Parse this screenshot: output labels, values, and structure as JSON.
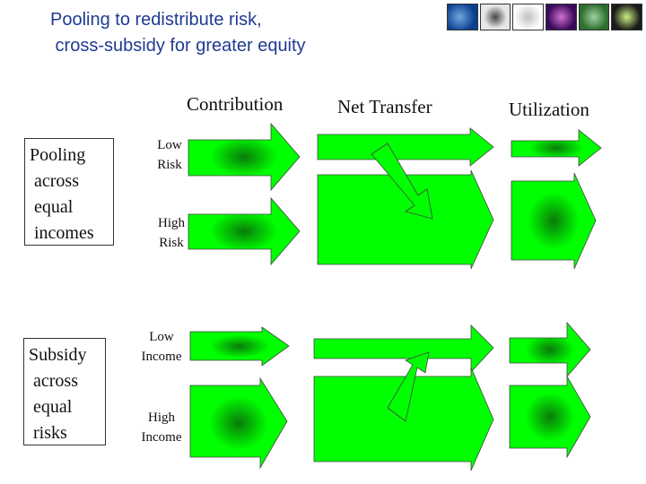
{
  "title": {
    "line1": "Pooling to redistribute risk,",
    "line2": " cross-subsidy for greater equity"
  },
  "columns": {
    "contribution": "Contribution",
    "net_transfer": "Net Transfer",
    "utilization": "Utilization"
  },
  "groups": {
    "pooling": {
      "line1": "Pooling",
      "line2": " across",
      "line3": " equal",
      "line4": " incomes"
    },
    "subsidy": {
      "line1": "Subsidy",
      "line2": " across",
      "line3": " equal",
      "line4": " risks"
    }
  },
  "rows": {
    "low_risk": {
      "line1": "Low",
      "line2": "Risk"
    },
    "high_risk": {
      "line1": "High",
      "line2": "Risk"
    },
    "low_income": {
      "line1": "Low",
      "line2": "Income"
    },
    "high_income": {
      "line1": "High",
      "line2": "Income"
    }
  },
  "colors": {
    "arrow_green": "#00ff00",
    "arrow_dark": "#0a7a0a",
    "title_blue": "#1f3a93"
  },
  "logos": [
    "globe-logo",
    "eye-logo",
    "satellite-logo",
    "brain-logo",
    "cell-logo",
    "virus-logo"
  ]
}
